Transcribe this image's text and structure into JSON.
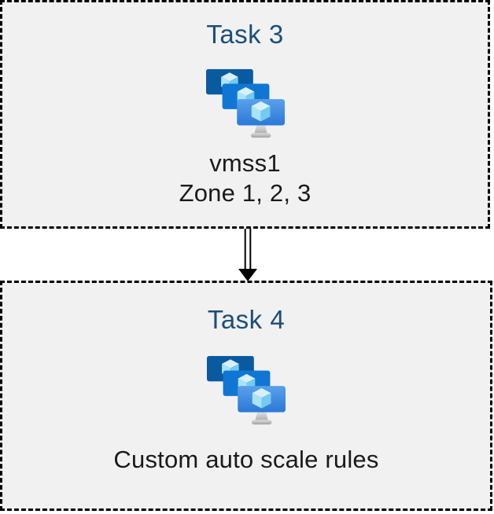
{
  "canvas": {
    "background": "#ffffff",
    "box_background": "#f1f1f1",
    "box_border_color": "#000000",
    "box_border_style": "dashed"
  },
  "tasks": [
    {
      "title": "Task 3",
      "icon": "vm-scale-sets-icon",
      "labels": [
        "vmss1",
        "Zone 1, 2, 3"
      ]
    },
    {
      "title": "Task 4",
      "icon": "vm-scale-sets-icon",
      "labels": [
        "Custom auto scale rules"
      ]
    }
  ],
  "connector": {
    "type": "double-line-arrow",
    "direction": "down",
    "color": "#000000"
  },
  "colors": {
    "title_text": "#1b4e79",
    "body_text": "#1a1a1a",
    "monitor_back": "#0a5aa0",
    "monitor_middle": "#0f77d3",
    "monitor_front_gradient_top": "#5aa0ec",
    "monitor_front_gradient_bottom": "#2b79d7",
    "cube_top": "#d8f0fa",
    "cube_left": "#a9e3f8",
    "cube_right": "#74caf0",
    "stand_gray": "#c6c6c6"
  }
}
